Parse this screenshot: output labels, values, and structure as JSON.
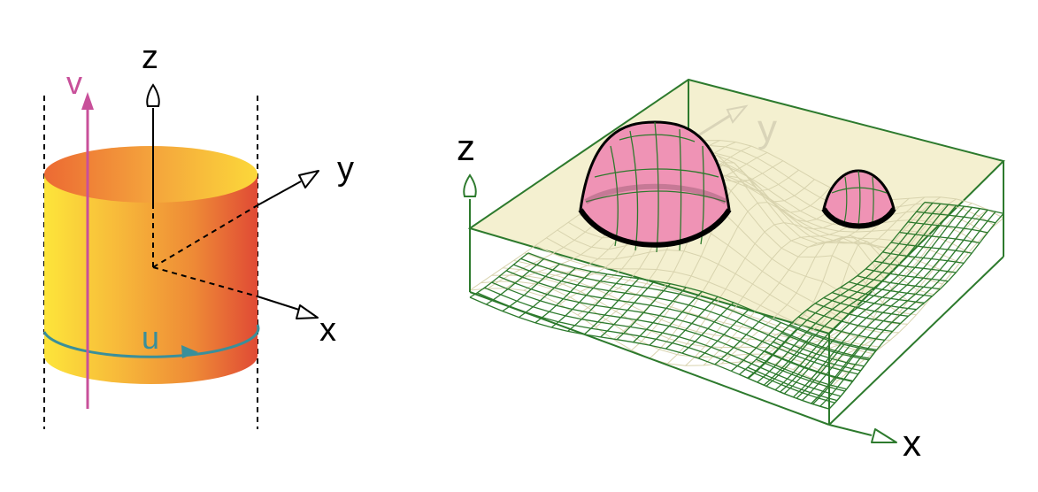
{
  "left_figure": {
    "axis_labels": {
      "z": "z",
      "y": "y",
      "x": "x"
    },
    "param_labels": {
      "v": "v",
      "u": "u"
    },
    "colors": {
      "v_arrow": "#c8509a",
      "u_arrow": "#3a8f9a",
      "cylinder_light": "#fde53a",
      "cylinder_dark": "#e04a35"
    }
  },
  "right_figure": {
    "axis_labels": {
      "z": "z",
      "y": "y",
      "x": "x"
    },
    "colors": {
      "grid": "#2d7a2d",
      "plane": "#f3eecb",
      "bump": "#ef93b5",
      "outline": "#000000"
    }
  }
}
